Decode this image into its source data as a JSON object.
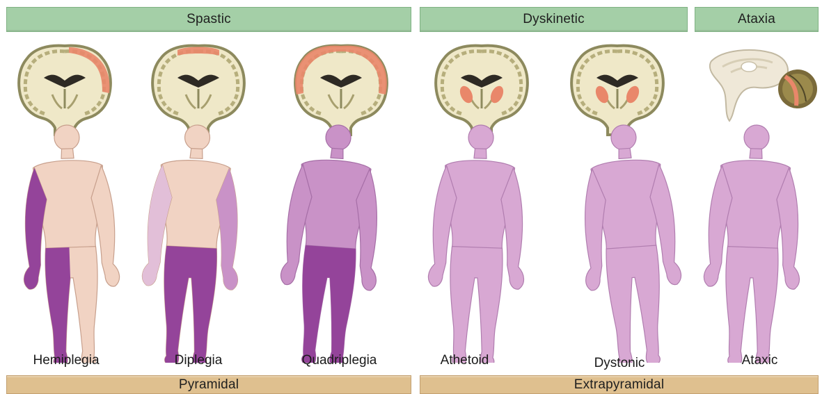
{
  "header": {
    "spastic": "Spastic",
    "dyskinetic": "Dyskinetic",
    "ataxia": "Ataxia"
  },
  "footer": {
    "pyramidal": "Pyramidal",
    "extrapyramidal": "Extrapyramidal"
  },
  "types": [
    {
      "label": "Hemiplegia",
      "icon": "brain-coronal-section-icon"
    },
    {
      "label": "Diplegia",
      "icon": "brain-coronal-section-icon"
    },
    {
      "label": "Quadriplegia",
      "icon": "brain-coronal-section-icon"
    },
    {
      "label": "Athetoid",
      "icon": "brain-coronal-section-icon"
    },
    {
      "label": "Dystonic",
      "icon": "brain-coronal-section-icon"
    },
    {
      "label": "Ataxic",
      "icon": "brain-sagittal-cerebellum-icon"
    }
  ],
  "colors": {
    "header_band": "#a4cfa7",
    "footer_band": "#dfc08f",
    "brain_tissue": "#efe8c8",
    "brain_outline": "#8d8a5e",
    "brain_highlight": "#e9876a",
    "skin": "#f1d3c3",
    "affected_dark": "#94449a",
    "affected_light": "#c992c7"
  }
}
